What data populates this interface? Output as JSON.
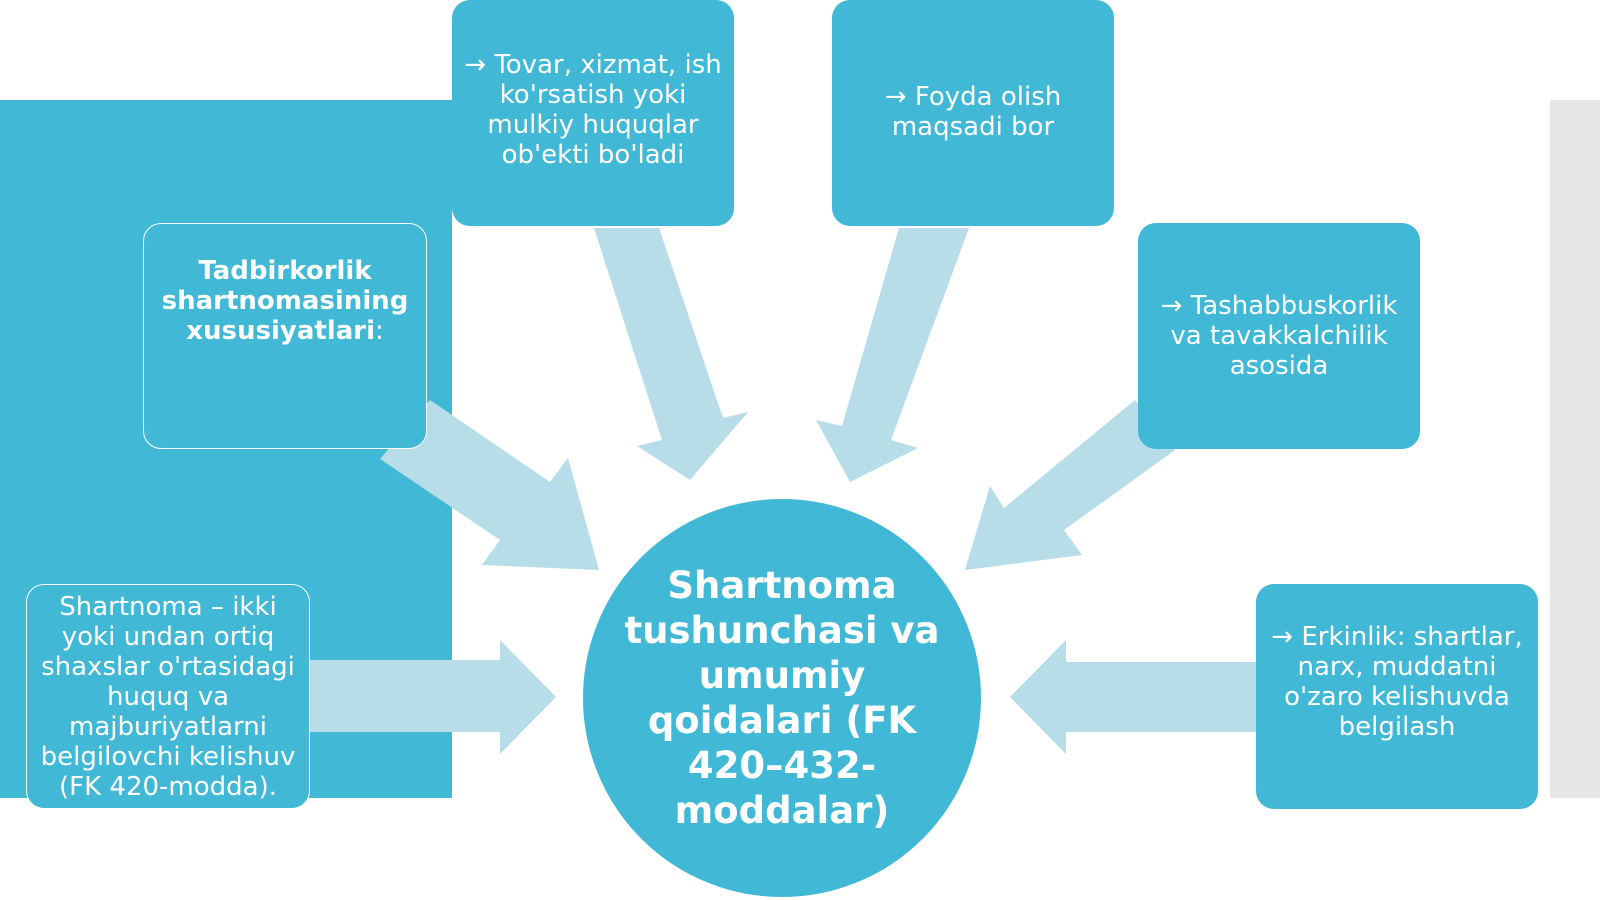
{
  "colors": {
    "box_fill": "#41b8d5",
    "arrow_fill": "#b7dde8",
    "left_panel": "#41b8d5",
    "right_panel": "#e6e6e6",
    "text": "#ffffff"
  },
  "center": {
    "title": "Shartnoma tushunchasi va umumiy qoidalari (FK 420–432-moddalar)"
  },
  "nodes": {
    "definition": "Shartnoma – ikki yoki undan ortiq shaxslar o'rtasidagi huquq va majburiyatlarni belgilovchi kelishuv (FK 420-modda).",
    "features_title": "Tadbirkorlik shartnomasining xususiyatlari",
    "features_colon": ":",
    "object": "→ Tovar, xizmat, ish ko'rsatish yoki mulkiy huquqlar ob'ekti bo'ladi",
    "profit": "→ Foyda olish maqsadi bor",
    "initiative": "→ Tashabbuskorlik va tavakkalchilik asosida",
    "freedom": "→ Erkinlik: shartlar, narx, muddatni o'zaro kelishuvda belgilash"
  }
}
